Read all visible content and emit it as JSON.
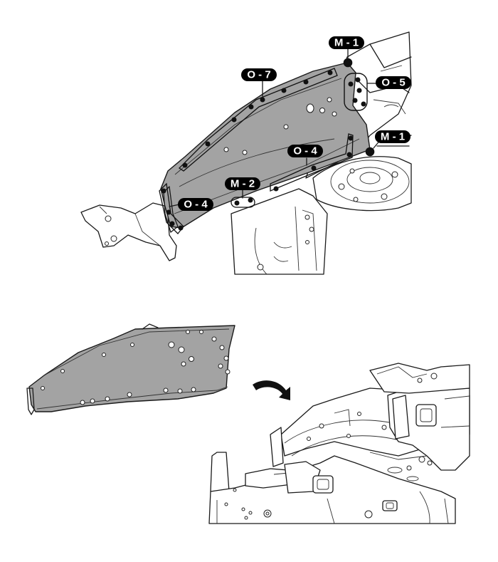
{
  "labels": {
    "m1_top": "M - 1",
    "o7": "O - 7",
    "o5": "O - 5",
    "m1_right": "M - 1",
    "o4_right": "O - 4",
    "m2": "M - 2",
    "o4_left": "O - 4"
  },
  "colors": {
    "panel_fill": "#a3a3a3",
    "line": "#1a1a1a",
    "label_background": "#000000",
    "label_text": "#ffffff"
  },
  "icons": {
    "removal_arrow": "curved-arrow-icon"
  }
}
